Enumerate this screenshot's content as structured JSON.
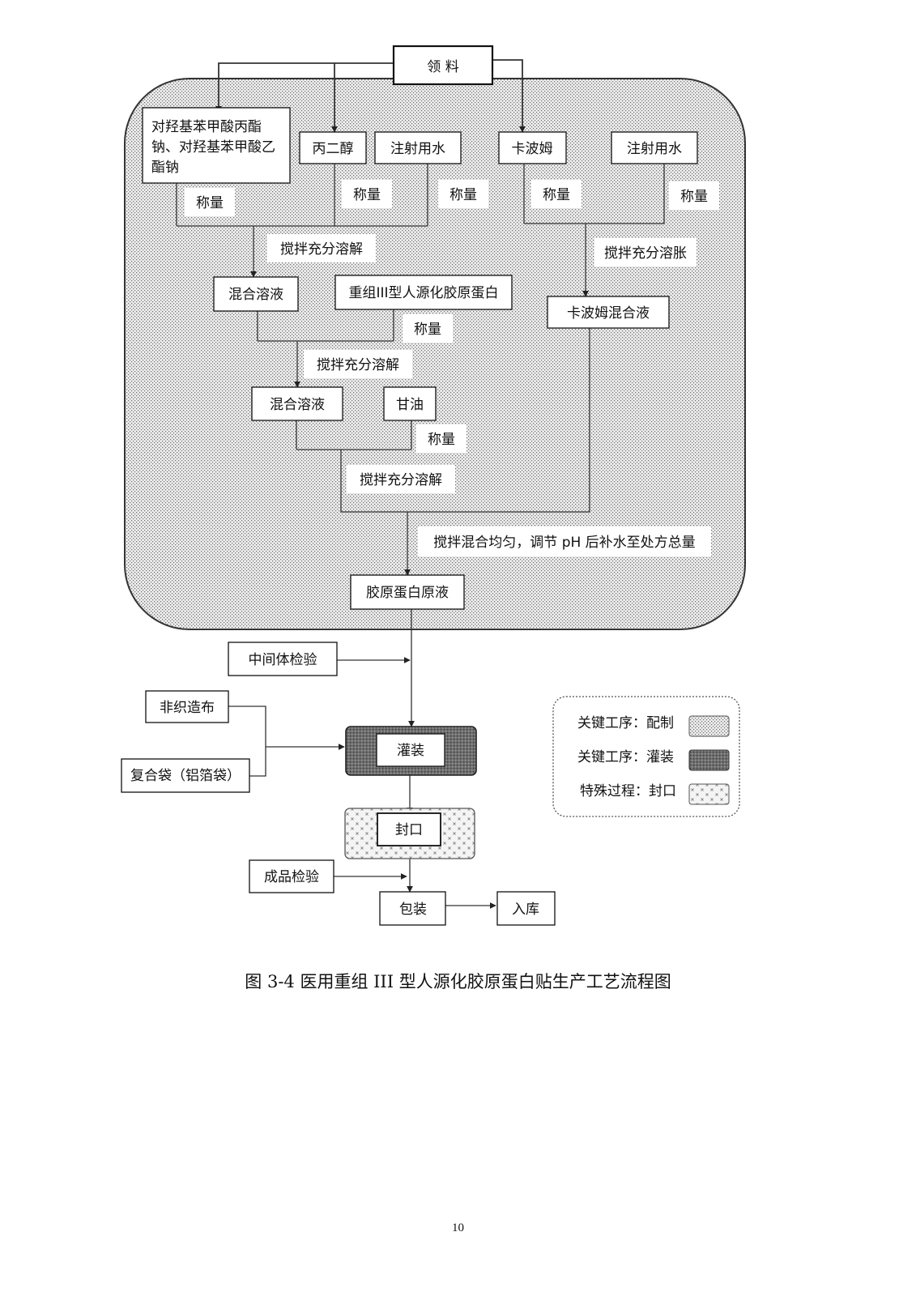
{
  "diagram": {
    "start": "领 料",
    "materials": {
      "parabens": "对羟基苯甲酸丙酯钠、对羟基苯甲酸乙酯钠",
      "propylene_glycol": "丙二醇",
      "water_1": "注射用水",
      "carbomer": "卡波姆",
      "water_2": "注射用水"
    },
    "steps": {
      "weigh_1": "称量",
      "weigh_2": "称量",
      "weigh_3": "称量",
      "weigh_4": "称量",
      "weigh_5": "称量",
      "weigh_6": "称量",
      "weigh_7": "称量",
      "stir_dissolve_1": "搅拌充分溶解",
      "stir_swell": "搅拌充分溶胀",
      "stir_dissolve_2": "搅拌充分溶解",
      "stir_dissolve_3": "搅拌充分溶解",
      "stir_mix_final": "搅拌混合均匀，调节 pH 后补水至处方总量"
    },
    "nodes": {
      "mixed_solution_1": "混合溶液",
      "collagen": "重组III型人源化胶原蛋白",
      "carbomer_mix": "卡波姆混合液",
      "mixed_solution_2": "混合溶液",
      "glycerin": "甘油",
      "collagen_stock": "胶原蛋白原液",
      "intermediate_inspection": "中间体检验",
      "nonwoven": "非织造布",
      "composite_bag": "复合袋（铝箔袋）",
      "filling": "灌装",
      "sealing": "封口",
      "product_inspection": "成品检验",
      "packaging": "包装",
      "warehousing": "入库"
    },
    "legend": {
      "items": [
        {
          "label": "关键工序：配制",
          "pattern": "fine-dots"
        },
        {
          "label": "关键工序：灌装",
          "pattern": "dark-dots"
        },
        {
          "label": "特殊过程：封口",
          "pattern": "crosses"
        }
      ]
    }
  },
  "caption": "图 3-4 医用重组 III 型人源化胶原蛋白贴生产工艺流程图",
  "page_number": "10"
}
